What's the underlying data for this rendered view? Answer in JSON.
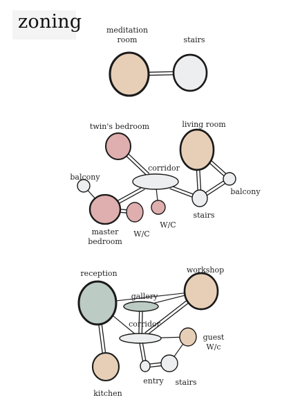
{
  "title": "zoning",
  "colors": {
    "beige": "#e7cfb7",
    "pink": "#dfaeae",
    "grey": "#edeeef",
    "sage": "#bccbc3",
    "outline": "#1a1a1a"
  },
  "diagrams": [
    {
      "id": "top",
      "nodes": [
        {
          "id": "meditation",
          "fill": "beige",
          "labels": [
            "meditation",
            "room"
          ]
        },
        {
          "id": "stairs",
          "fill": "grey",
          "labels": [
            "stairs"
          ]
        }
      ]
    },
    {
      "id": "middle",
      "nodes": [
        {
          "id": "twins-bedroom",
          "fill": "pink",
          "labels": [
            "twin's bedroom"
          ]
        },
        {
          "id": "living-room",
          "fill": "beige",
          "labels": [
            "living room"
          ]
        },
        {
          "id": "corridor",
          "fill": "grey",
          "labels": [
            "corridor"
          ]
        },
        {
          "id": "balcony-left",
          "fill": "grey",
          "labels": [
            "balcony"
          ]
        },
        {
          "id": "balcony-right",
          "fill": "grey",
          "labels": [
            "balcony"
          ]
        },
        {
          "id": "master-bedroom",
          "fill": "pink",
          "labels": [
            "master",
            "bedroom"
          ]
        },
        {
          "id": "wc-1",
          "fill": "pink",
          "labels": [
            "W/C"
          ]
        },
        {
          "id": "wc-2",
          "fill": "pink",
          "labels": [
            "W/C"
          ]
        },
        {
          "id": "stairs",
          "fill": "grey",
          "labels": [
            "stairs"
          ]
        }
      ]
    },
    {
      "id": "bottom",
      "nodes": [
        {
          "id": "reception",
          "fill": "sage",
          "labels": [
            "reception"
          ]
        },
        {
          "id": "workshop",
          "fill": "beige",
          "labels": [
            "workshop"
          ]
        },
        {
          "id": "gallery",
          "fill": "sage",
          "labels": [
            "gallery"
          ]
        },
        {
          "id": "corridor",
          "fill": "grey",
          "labels": [
            "corridor"
          ]
        },
        {
          "id": "guest-wc",
          "fill": "beige",
          "labels": [
            "guest",
            "W/c"
          ]
        },
        {
          "id": "kitchen",
          "fill": "beige",
          "labels": [
            "kitchen"
          ]
        },
        {
          "id": "entry",
          "fill": "grey",
          "labels": [
            "entry"
          ]
        },
        {
          "id": "stairs",
          "fill": "grey",
          "labels": [
            "stairs"
          ]
        }
      ]
    }
  ]
}
